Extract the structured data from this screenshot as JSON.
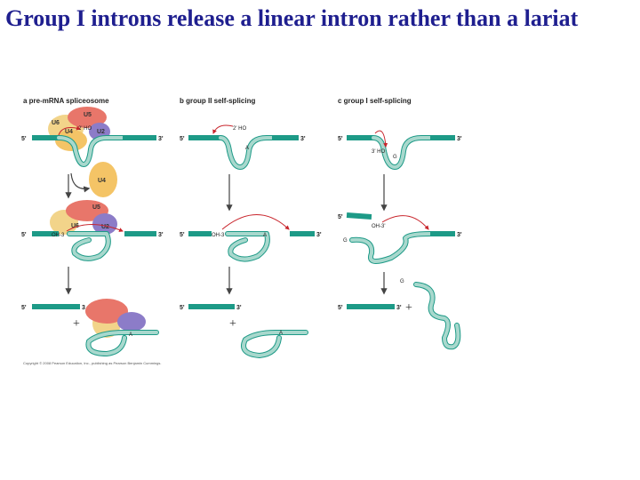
{
  "title": "Group I introns release a linear intron rather than a lariat",
  "figure": {
    "panels": {
      "a": "a pre-mRNA spliceosome",
      "b": "b group II self-splicing",
      "c": "c group I self-splicing"
    },
    "labels": {
      "five_prime": "5'",
      "three_prime": "3'",
      "three_end": "3",
      "u5": "U5",
      "u6": "U6",
      "u4": "U4",
      "u2": "U2",
      "two_ho": "2' HO",
      "three_ho": "3' HO",
      "oh3": "OH-3",
      "oh3_prime": "OH-3'",
      "a": "A",
      "g": "G",
      "g_dash": "G",
      "plus": "+"
    },
    "copyright": "Copyright © 2008 Pearson Education, Inc., publishing as Pearson Benjamin Cummings."
  },
  "colors": {
    "title": "#1f1f8f",
    "exon": "#1d9a87",
    "intron_inner": "#a8d8cd",
    "u5": "#e8766a",
    "u6": "#f2d48a",
    "u4": "#f4c466",
    "u2": "#8c7cc8",
    "arrow_red": "#c8242b"
  }
}
